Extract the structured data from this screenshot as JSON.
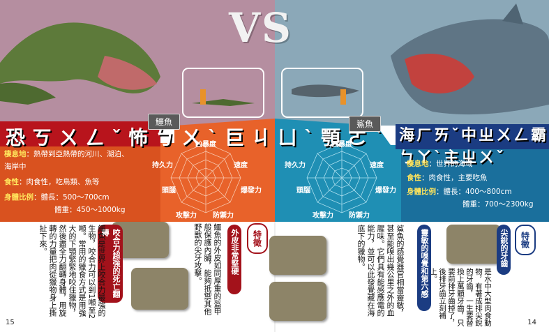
{
  "left": {
    "title": "恐ㄎㄨㄥˇ怖ㄅㄨˋ巨ㄐㄩˋ顎ㄜˋ",
    "tag": "鱷魚",
    "habitat_label": "棲息地",
    "habitat": "熱帶到亞熱帶的河川、湖泊、海岸中",
    "food_label": "食性",
    "food": "肉食性，吃鳥類、魚等",
    "size_label": "身體比例",
    "length": "體長：500～700cm",
    "weight": "體重：450～1000kg",
    "feature1_badge": "外皮非常堅硬",
    "feature1_text": [
      "鱷魚的外皮如同厚重的盔甲",
      "般保護內臟，能夠抵禦其他",
      "野獸的尖牙攻擊。"
    ],
    "feature2_badge": "咬合力超強的死亡翻轉",
    "feature2_text": [
      "鱷魚是世界上咬合力最強的",
      "生物，咬合力可以到1噸至2",
      "噸。常用的獵食方式是用強大",
      "的下顎緊緊地咬住獵物，然後",
      "盡全力翻轉身體，用旋轉的力",
      "量把肉從獵物身上撕扯下來。"
    ],
    "te_label": "特徵",
    "page_number": "15"
  },
  "right": {
    "title": "海ㄏㄞˇ中ㄓㄨㄥ霸ㄅㄚˋ主ㄓㄨˇ",
    "tag": "鯊魚",
    "habitat_label": "棲息地",
    "habitat": "世界的海域",
    "food_label": "食性",
    "food": "肉食性，主要吃魚",
    "size_label": "身體比例",
    "length": "體長：400～800cm",
    "weight": "體重：700～2300kg",
    "feature1_badge": "尖銳的牙齒",
    "feature1_text": [
      "是水中大型肉食",
      "動物，有著成排",
      "尖銳的牙齒，一",
      "生要替換上萬顆",
      "牙齒，只要前排",
      "牙齒掉了，後排",
      "牙齒立刻補上。"
    ],
    "feature2_badge": "靈敏的嗅覺和第六感",
    "feature2_text": [
      "鯊魚的感覺器官相當靈敏，",
      "甚至能嗅出幾公里之外的血",
      "腥味。它們具有能感應電的能",
      "力，並可以此發覺藏在海",
      "底下的獵物。"
    ],
    "te_label": "特徵",
    "page_number": "14"
  },
  "vs": "VS",
  "stats": {
    "top": "凶暴度",
    "top_right": "速度",
    "right": "爆發力",
    "bottom_right": "防禦力",
    "bottom_left": "攻擊力",
    "left": "頭腦",
    "top_left": "持久力"
  },
  "colors": {
    "red": "#b8141c",
    "blue": "#1b3c82",
    "orange": "#e8622a",
    "teal": "#1a84a8"
  }
}
